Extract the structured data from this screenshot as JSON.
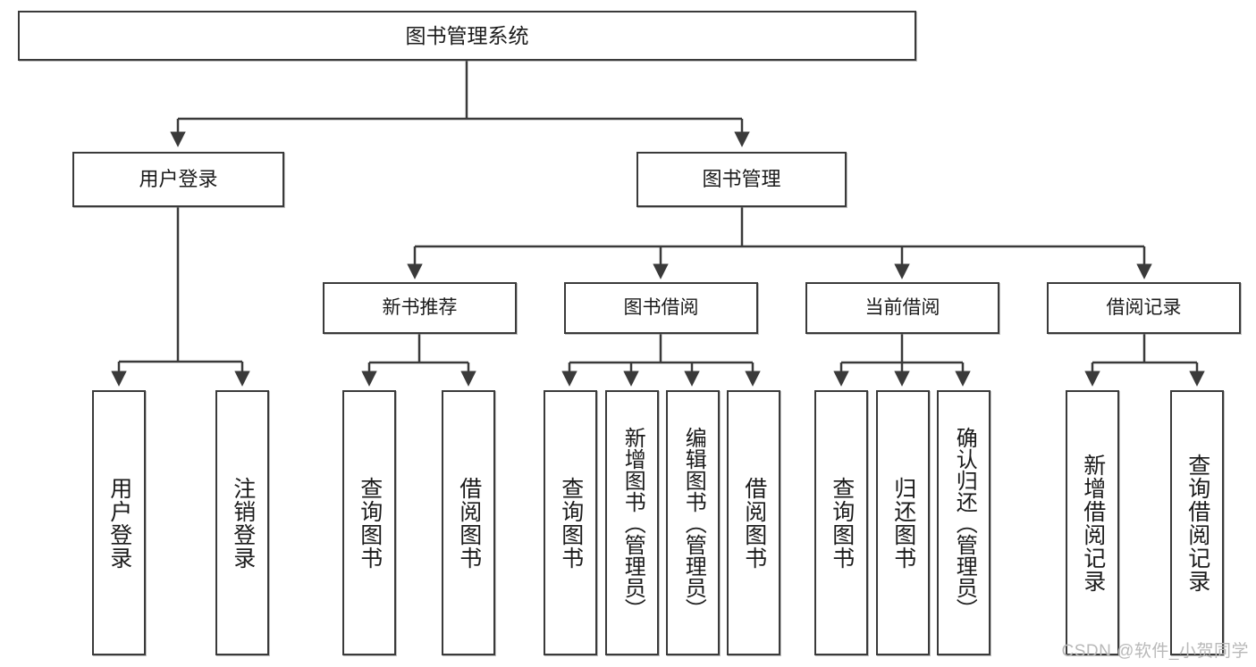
{
  "diagram": {
    "title_text": "图书管理系统",
    "watermark": "CSDN @软件_小贺同学",
    "colors": {
      "border": "#3a3a3a",
      "background": "#ffffff",
      "text": "#1b1b1b",
      "watermark": "#b9b9b9"
    },
    "root": {
      "label": "图书管理系统"
    },
    "level2": [
      {
        "label": "用户登录"
      },
      {
        "label": "图书管理"
      }
    ],
    "level3": [
      {
        "label": "新书推荐"
      },
      {
        "label": "图书借阅"
      },
      {
        "label": "当前借阅"
      },
      {
        "label": "借阅记录"
      }
    ],
    "leaves": {
      "user_login": [
        {
          "label": "用户登录"
        },
        {
          "label": "注销登录"
        }
      ],
      "new_book": [
        {
          "label": "查询图书"
        },
        {
          "label": "借阅图书"
        }
      ],
      "book_borrow": [
        {
          "label": "查询图书"
        },
        {
          "label": "新增图书（管理员）"
        },
        {
          "label": "编辑图书（管理员）"
        },
        {
          "label": "借阅图书"
        }
      ],
      "current_borrow": [
        {
          "label": "查询图书"
        },
        {
          "label": "归还图书"
        },
        {
          "label": "确认归还（管理员）"
        }
      ],
      "borrow_record": [
        {
          "label": "新增借阅记录"
        },
        {
          "label": "查询借阅记录"
        }
      ]
    }
  }
}
